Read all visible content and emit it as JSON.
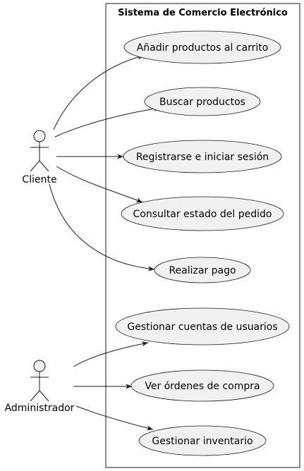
{
  "system": {
    "title": "Sistema de Comercio Electrónico"
  },
  "actors": {
    "cliente": "Cliente",
    "administrador": "Administrador"
  },
  "use_cases": {
    "anadir": "Añadir productos al carrito",
    "buscar": "Buscar productos",
    "registrarse": "Registrarse e iniciar sesión",
    "consultar": "Consultar estado del pedido",
    "pago": "Realizar pago",
    "cuentas": "Gestionar cuentas de usuarios",
    "ordenes": "Ver órdenes de compra",
    "inventario": "Gestionar inventario"
  },
  "colors": {
    "use_case_fill": "#f1f1f1",
    "stroke": "#181818",
    "background": "#ffffff"
  }
}
